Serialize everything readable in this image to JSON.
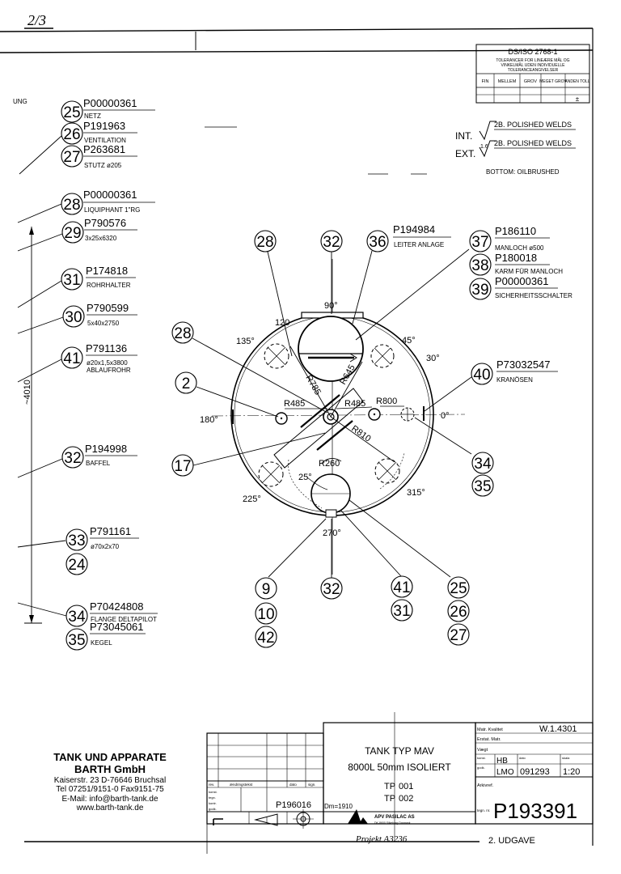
{
  "page_number": "2/3",
  "tolerance": {
    "title": "DS/ISO 2768-1",
    "line1": "TOLERANCER FOR LINEÆRE MÅL OG",
    "line2": "VINKELMÅL UDEN INDIVIDUELLE",
    "line3": "TOLERANCEANGIVELSER",
    "cols": [
      "FIN",
      "MELLEM",
      "GROV",
      "MEGET GROV",
      "ANDEN TOLL"
    ],
    "mark": "±"
  },
  "surface": {
    "int_label": "INT.",
    "ext_label": "EXT.",
    "int_ra": "",
    "ext_ra": "1.6",
    "int_text": "2B. POLISHED WELDS",
    "ext_text": "2B. POLISHED WELDS",
    "bottom": "BOTTOM: OILBRUSHED"
  },
  "left_cut_text": "UNG",
  "height_dim": "~4010",
  "left_callouts": [
    {
      "num": "25",
      "code": "P00000361",
      "desc": "NETZ"
    },
    {
      "num": "26",
      "code": "P191963",
      "desc": "VENTILATION"
    },
    {
      "num": "27",
      "code": "P263681",
      "desc": "STUTZ ø205"
    },
    {
      "num": "28",
      "code": "P00000361",
      "desc": "LIQUIPHANT 1\"RG"
    },
    {
      "num": "29",
      "code": "P790576",
      "desc": "3x25x6320"
    },
    {
      "num": "31",
      "code": "P174818",
      "desc": "ROHRHALTER"
    },
    {
      "num": "30",
      "code": "P790599",
      "desc": "5x40x2750"
    },
    {
      "num": "41",
      "code": "P791136",
      "desc": "ø20x1,5x3800",
      "desc2": "ABLAUFROHR"
    },
    {
      "num": "32",
      "code": "P194998",
      "desc": "BAFFEL"
    },
    {
      "num": "33",
      "code": "P791161",
      "desc": "ø70x2x70"
    },
    {
      "num": "24",
      "code": "",
      "desc": ""
    },
    {
      "num": "34",
      "code": "P70424808",
      "desc": "FLANGE DELTAPILOT"
    },
    {
      "num": "35",
      "code": "P73045061",
      "desc": "KEGEL"
    }
  ],
  "right_callouts": [
    {
      "num": "36",
      "code": "P194984",
      "desc": "LEITER ANLAGE"
    },
    {
      "num": "37",
      "code": "P186110",
      "desc": "MANLOCH ø500"
    },
    {
      "num": "38",
      "code": "P180018",
      "desc": "KARM FÜR MANLOCH"
    },
    {
      "num": "39",
      "code": "P00000361",
      "desc": "SICHERHEITSSCHALTER"
    },
    {
      "num": "40",
      "code": "P73032547",
      "desc": "KRANÖSEN"
    }
  ],
  "diagram": {
    "balloons": [
      "28",
      "32",
      "28",
      "2",
      "17",
      "34",
      "35",
      "9",
      "10",
      "42",
      "32",
      "41",
      "31",
      "25",
      "26",
      "27"
    ],
    "angles": [
      "90°",
      "120",
      "135°",
      "45°",
      "30°",
      "180°",
      "0°",
      "225°",
      "315°",
      "25°",
      "270°"
    ],
    "radii": [
      "R785",
      "R645",
      "R485",
      "R485",
      "R800",
      "R810",
      "R260"
    ]
  },
  "title_block": {
    "company_name1": "TANK UND APPARATE",
    "company_name2": "BARTH GmbH",
    "address1": "Kaiserstr. 23  D-76646 Bruchsal",
    "address2": "Tel 07251/9151-0 Fax9151-75",
    "address3": "E-Mail: info@barth-tank.de",
    "address4": "www.barth-tank.de",
    "rev_headers": [
      "rev.",
      "ændringstekst",
      "dato",
      "sign."
    ],
    "rev_meta": [
      "konst.",
      "tegn.",
      "kontr.",
      "godk."
    ],
    "dwg_field": "P196016",
    "dm": "Dm=1910",
    "title1": "TANK TYP MAV",
    "title2": "8000L 50mm ISOLIERT",
    "tp_label1": "TP",
    "tp_value1": "001",
    "tp_label2": "TP",
    "tp_value2": "002",
    "apv1": "APV PASILAC AS",
    "apv2": "DK-8600 Silkeborg Danmark",
    "handwriting": "Projekt A3236",
    "material_label": "Matr. Kvalitet",
    "material_value": "W.1.4301",
    "ersat": "Erstat. Matr.",
    "vaegt": "Vægt",
    "konst_label": "konst.",
    "konst_value": "HB",
    "dato_label": "dato",
    "godk_label": "godk.",
    "godk_value": "LMO",
    "date_value": "091293",
    "skala_label": "skala",
    "scale_value": "1:20",
    "arkiv": "Arkivref.",
    "tegn_label": "tegn. nr.",
    "drawing_number": "P193391",
    "edition": "2. UDGAVE"
  }
}
